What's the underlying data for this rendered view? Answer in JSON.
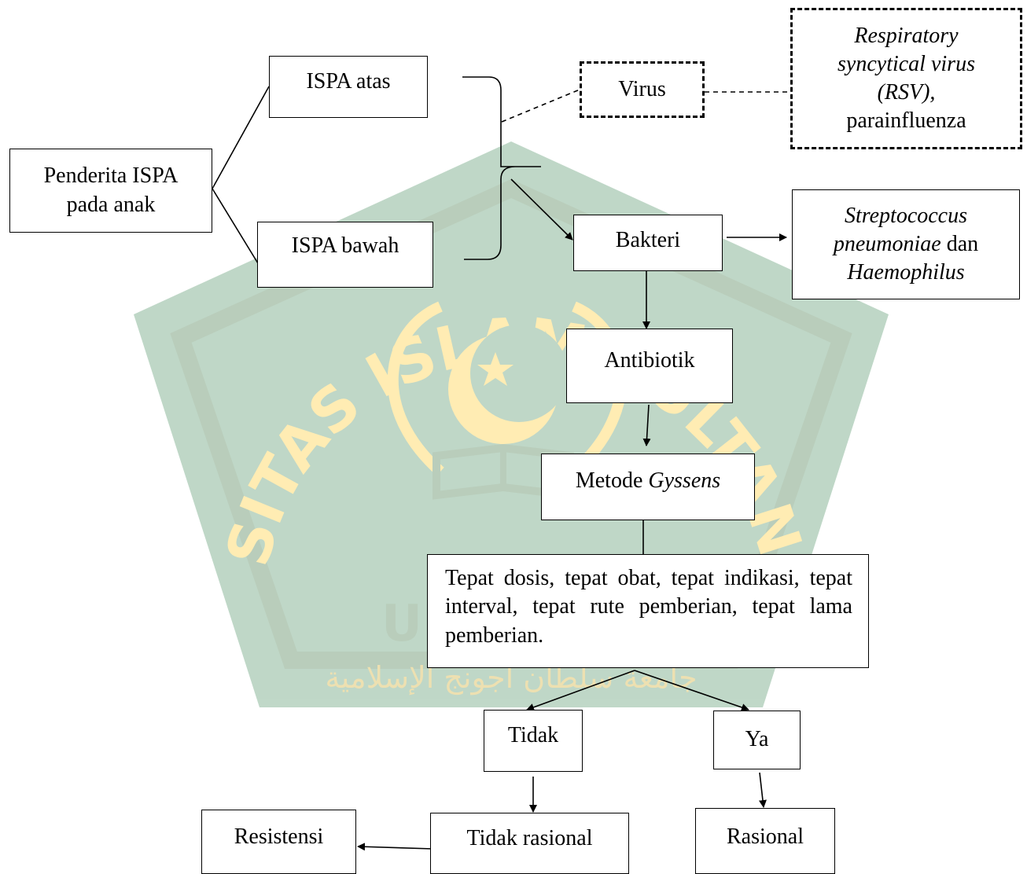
{
  "nodes": {
    "penderita": {
      "line1": "Penderita ISPA",
      "line2": "pada anak"
    },
    "ispa_atas": {
      "label": "ISPA atas"
    },
    "ispa_bawah": {
      "label": "ISPA bawah"
    },
    "virus": {
      "label": "Virus"
    },
    "virus_examples": {
      "line1": "Respiratory",
      "line2": "syncytical virus",
      "line3": "(RSV),",
      "line4": "parainfluenza"
    },
    "bakteri": {
      "label": "Bakteri"
    },
    "bakteri_examples": {
      "line1": "Streptococcus",
      "line2_italic": "pneumoniae",
      "line2_rest": " dan",
      "line3": "Haemophilus"
    },
    "antibiotik": {
      "label": "Antibiotik"
    },
    "metode": {
      "prefix": "Metode ",
      "italic": "Gyssens"
    },
    "criteria": {
      "text": "Tepat dosis, tepat obat, tepat indikasi, tepat interval, tepat rute pemberian, tepat lama pemberian."
    },
    "tidak": {
      "label": "Tidak"
    },
    "ya": {
      "label": "Ya"
    },
    "tidak_rasional": {
      "label": "Tidak rasional"
    },
    "rasional": {
      "label": "Rasional"
    },
    "resistensi": {
      "label": "Resistensi"
    }
  },
  "watermark": {
    "arc_text": "UNIVERSITAS ISLAM SULTAN AGUNG",
    "partial_text": "UN",
    "arabic_text": "جامعة سلطان أجونج الإسلامية",
    "colors": {
      "pentagon": "#2e7d4a",
      "ring": "#1b5e20",
      "text": "#ffc107"
    }
  }
}
